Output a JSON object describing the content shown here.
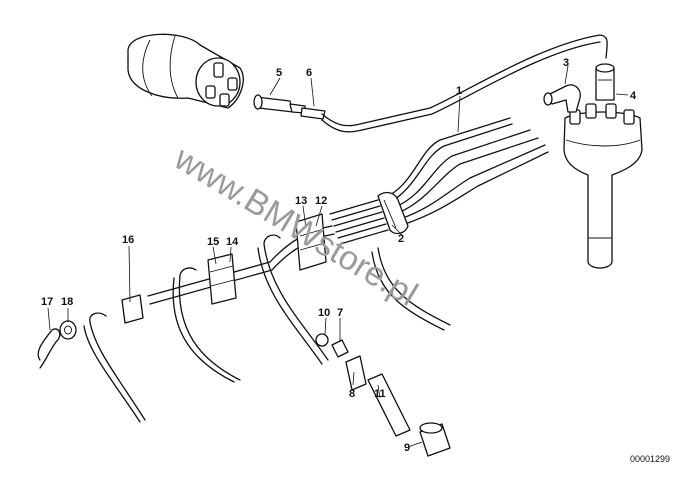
{
  "callouts": {
    "c1": "1",
    "c2": "2",
    "c3": "3",
    "c4": "4",
    "c5": "5",
    "c6": "6",
    "c7": "7",
    "c8": "8",
    "c9": "9",
    "c10": "10",
    "c11": "11",
    "c12": "12",
    "c13": "13",
    "c14": "14",
    "c15": "15",
    "c16": "16",
    "c17": "17",
    "c18": "18"
  },
  "diagram_number": "00001299",
  "watermark": "www.BMWstore.pl"
}
